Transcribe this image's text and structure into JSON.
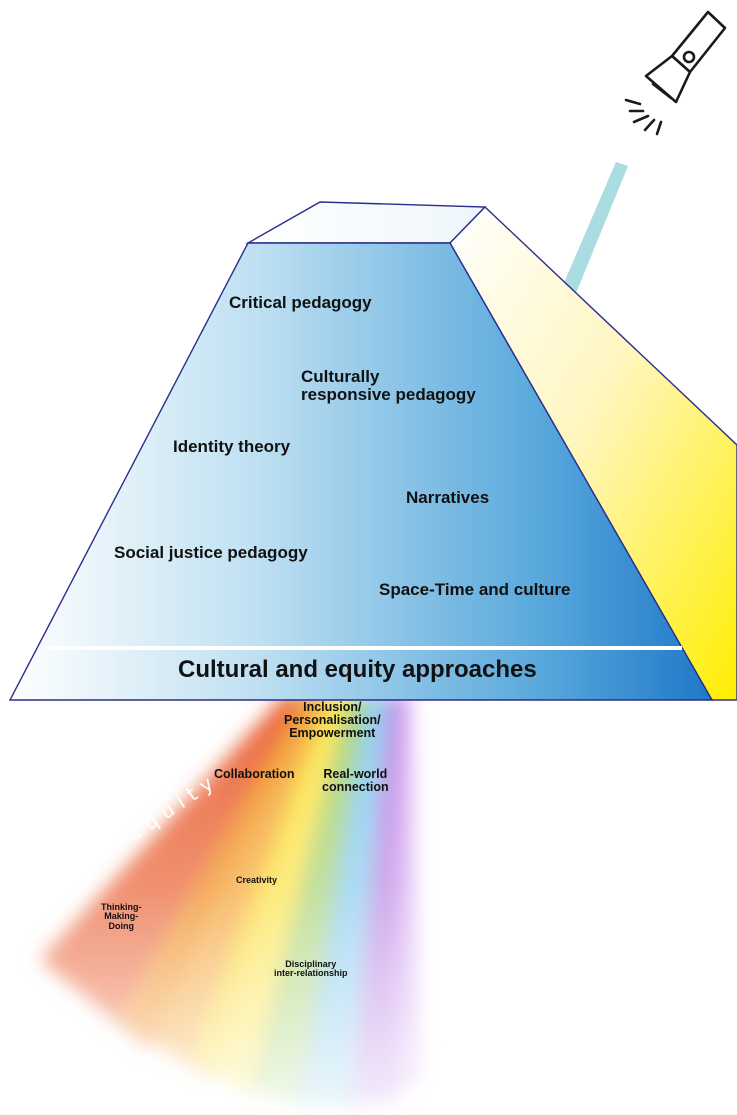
{
  "prism": {
    "labels": [
      "Critical pedagogy",
      "Culturally\nresponsive pedagogy",
      "Identity theory",
      "Narratives",
      "Social justice pedagogy",
      "Space-Time and culture"
    ],
    "base_label": "Cultural and equity approaches"
  },
  "spectrum": {
    "equity_label": "Equity",
    "labels": [
      "Inclusion/\nPersonalisation/\nEmpowerment",
      "Collaboration",
      "Real-world\nconnection",
      "Creativity",
      "Thinking-\nMaking-\nDoing",
      "Disciplinary\ninter-relationship"
    ]
  },
  "side_face_labels": [
    "",
    "",
    "",
    "",
    ""
  ],
  "colors": {
    "prism_outline": "#2b2e8c",
    "prism_front_dark": "#1f78c8",
    "prism_front_light": "#ffffff",
    "side_face_yellow": "#ffee00",
    "light_beam": "#a9dde2",
    "spectrum": [
      "#e8521c",
      "#f39a21",
      "#fbe23a",
      "#9fd06a",
      "#7ec8ee",
      "#b57be2",
      "#d6a6f2"
    ]
  },
  "icons": [
    "flashlight-icon"
  ]
}
